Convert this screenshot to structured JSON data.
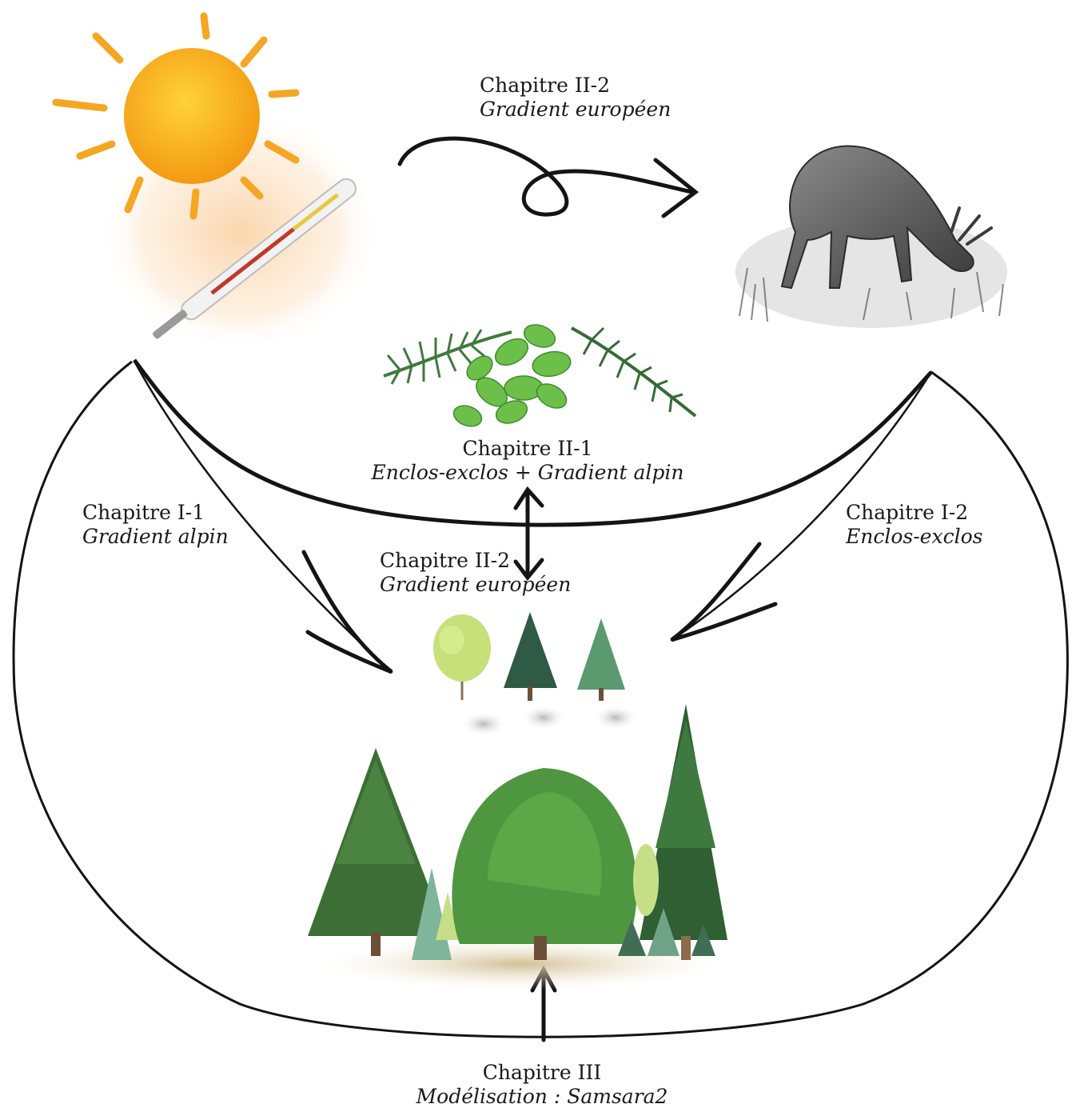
{
  "labels": {
    "top": {
      "title": "Chapitre II-2",
      "subtitle": "Gradient européen"
    },
    "middle": {
      "title": "Chapitre II-1",
      "subtitle": "Enclos-exclos + Gradient alpin"
    },
    "left": {
      "title": "Chapitre I-1",
      "subtitle": "Gradient alpin"
    },
    "right": {
      "title": "Chapitre I-2",
      "subtitle": "Enclos-exclos"
    },
    "center": {
      "title": "Chapitre II-2",
      "subtitle": "Gradient européen"
    },
    "bottom": {
      "title": "Chapitre III",
      "subtitle": "Modélisation : Samsara2"
    }
  },
  "illustrations": {
    "climate": [
      "sun-icon",
      "thermometer-icon"
    ],
    "herbivore": "deer-icon",
    "foliage": [
      "fir-branch-icon",
      "beech-leaves-icon",
      "spruce-branch-icon"
    ],
    "saplings": [
      "birch-sapling-icon",
      "fir-sapling-icon",
      "spruce-sapling-icon"
    ],
    "forest": "mixed-forest-icon"
  },
  "colors": {
    "sun": "#f7a11a",
    "sun_glow": "#fbd3a8",
    "conifer_dark": "#2f5a36",
    "conifer": "#3f7a3c",
    "broadleaf": "#5aa33b",
    "leaf_light": "#8ccf4a",
    "arrow": "#141414",
    "ground": "#d9c89a"
  }
}
